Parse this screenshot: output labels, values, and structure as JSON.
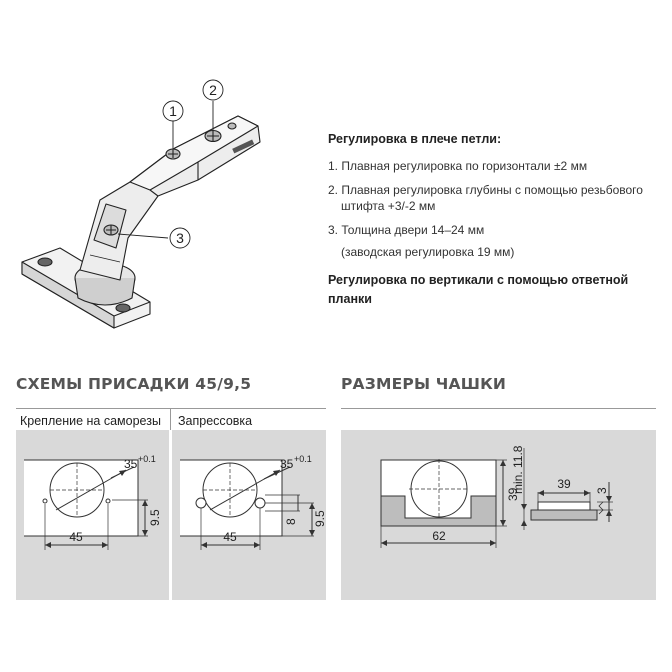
{
  "hinge": {
    "callouts": [
      "1",
      "2",
      "3"
    ]
  },
  "adjustments": {
    "title": "Регулировка в плече петли:",
    "items": [
      "1. Плавная регулировка по горизонтали ±2 мм",
      "2. Плавная регулировка глубины с помощью резьбового",
      "штифта +3/-2 мм",
      "3. Толщина двери 14–24 мм",
      "(заводская регулировка 19 мм)"
    ],
    "vertical": [
      "Регулировка по вертикали с помощью ответной",
      "планки"
    ]
  },
  "drilling": {
    "title": "СХЕМЫ ПРИСАДКИ 45/9,5",
    "screw": {
      "label": "Крепление на саморезы",
      "dims": {
        "dia": "35",
        "tol": "+0.1",
        "depth": "9.5",
        "width": "45"
      }
    },
    "press": {
      "label": "Запрессовка",
      "dims": {
        "dia": "35",
        "tol": "+0.1",
        "depth": "9.5",
        "pin": "8",
        "width": "45"
      }
    }
  },
  "cup": {
    "title": "РАЗМЕРЫ ЧАШКИ",
    "dims": {
      "height": "39",
      "width": "62",
      "min": "min. 11.8",
      "side_width": "39",
      "side_depth": "3"
    }
  }
}
